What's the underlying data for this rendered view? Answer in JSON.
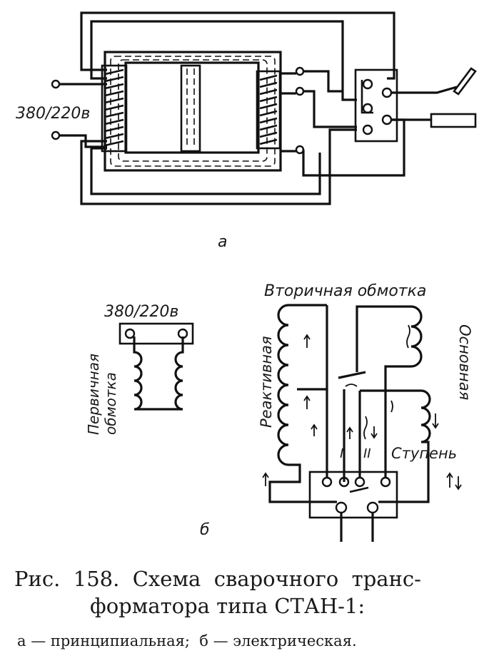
{
  "diagram_a": {
    "voltage_label": "380/220в",
    "panel_label": "а"
  },
  "diagram_b": {
    "voltage_label": "380/220в",
    "primary_winding_label": "Первичная обмотка",
    "secondary_winding_label": "Вторичная обмотка",
    "reactive_label": "Реактивная",
    "main_label": "Основная",
    "step_label": "Ступень",
    "step_1": "I",
    "step_2": "II",
    "panel_label": "б"
  },
  "caption": {
    "line1": "Рис.  158.  Схема  сварочного  транс-",
    "line2": "форматора типа СТАН-1:",
    "legend": "а — принципиальная;  б — электрическая."
  }
}
